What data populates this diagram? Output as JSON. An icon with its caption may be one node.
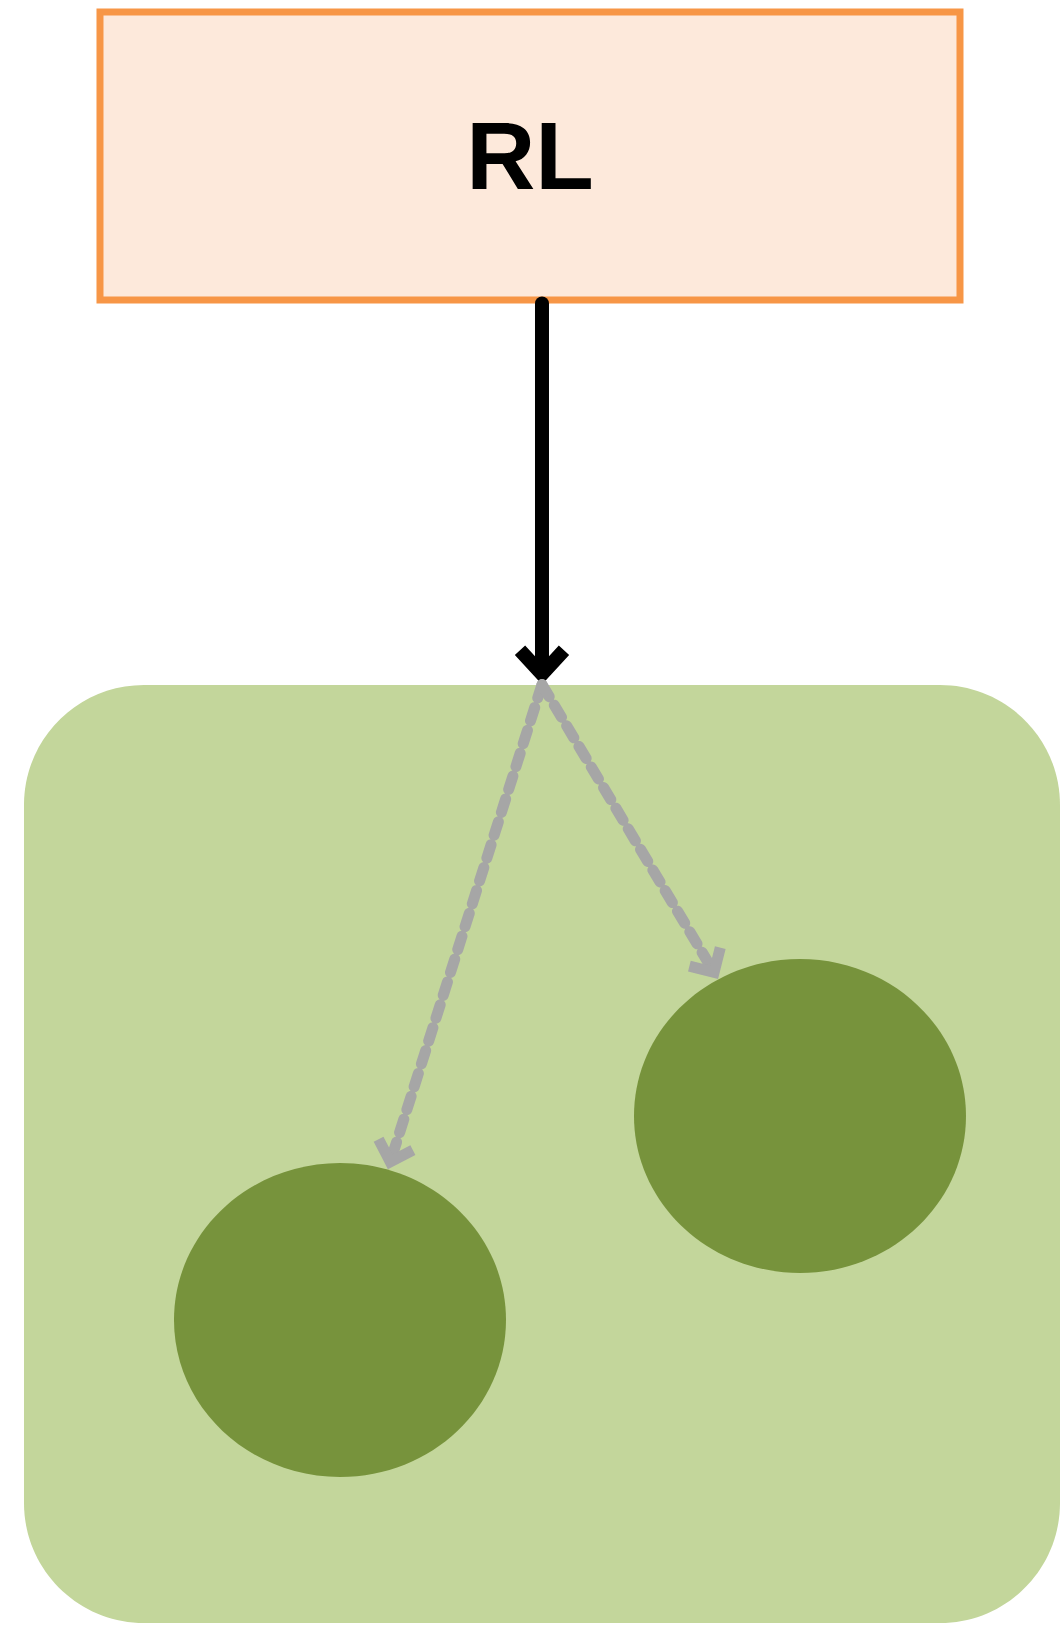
{
  "diagram": {
    "nodes": [
      {
        "text": [
          "RL"
        ]
      },
      {
        "text": [],
        "shape": "box"
      },
      {
        "text": [],
        "shape": "circle",
        "in": 1
      },
      {
        "text": [],
        "shape": "circle",
        "in": 1
      }
    ],
    "edges": [
      {
        "from": 0,
        "to": 1,
        "arrow": "to",
        "color": "#000000"
      },
      {
        "from": 1,
        "to": 2,
        "arrow": "to",
        "style": "dashed",
        "color": "#a6a6a6"
      },
      {
        "from": 1,
        "to": 3,
        "arrow": "to",
        "style": "dashed",
        "color": "#a6a6a6"
      }
    ]
  }
}
